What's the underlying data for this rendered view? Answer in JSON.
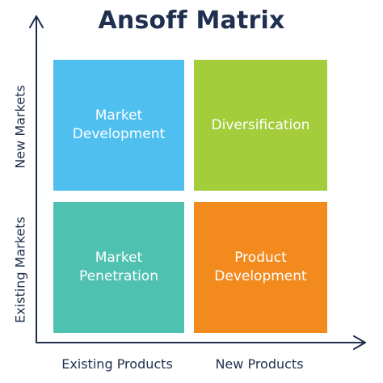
{
  "title": "Ansoff Matrix",
  "quadrants": {
    "market_development": {
      "line1": "Market",
      "line2": "Development",
      "color": "#4fbff0"
    },
    "diversification": {
      "line1": "Diversification",
      "color": "#a3cd3a"
    },
    "market_penetration": {
      "line1": "Market",
      "line2": "Penetration",
      "color": "#4fc1b0"
    },
    "product_development": {
      "line1": "Product",
      "line2": "Development",
      "color": "#f28a1e"
    }
  },
  "axes": {
    "y_top_label": "New Markets",
    "y_bottom_label": "Existing Markets",
    "x_left_label": "Existing Products",
    "x_right_label": "New Products",
    "color": "#1f2f4f"
  }
}
